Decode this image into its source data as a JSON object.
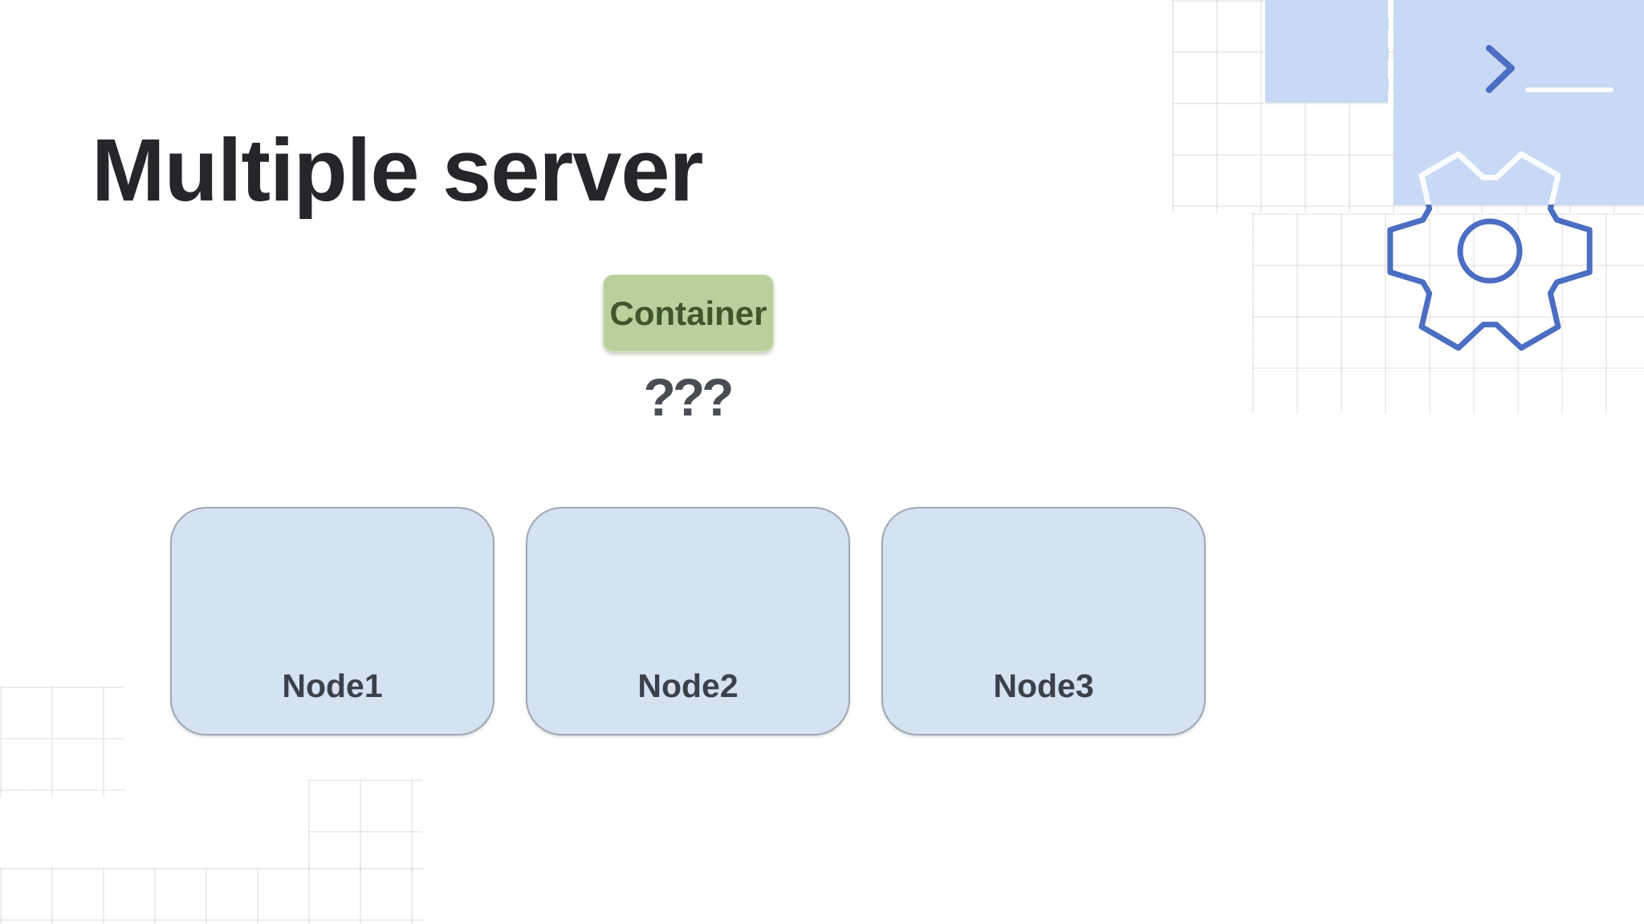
{
  "slide": {
    "title": "Multiple server",
    "title_color": "#242629",
    "background": "#ffffff"
  },
  "diagram": {
    "container": {
      "label": "Container",
      "fill": "#b9d09d",
      "text_color": "#3e5629"
    },
    "question": {
      "label": "???",
      "color": "#4a4d52"
    },
    "nodes": [
      {
        "label": "Node1"
      },
      {
        "label": "Node2"
      },
      {
        "label": "Node3"
      }
    ],
    "node_style": {
      "fill": "#d5e2f1",
      "border": "#9fa8b2",
      "text_color": "#3a414b"
    }
  },
  "decor": {
    "accent_blue": "#c9d8f5",
    "icon_line_blue": "#4b6dc2",
    "icon_line_white": "#fafcff",
    "icons": [
      "terminal-prompt-icon",
      "gear-icon",
      "grid-pattern"
    ]
  }
}
